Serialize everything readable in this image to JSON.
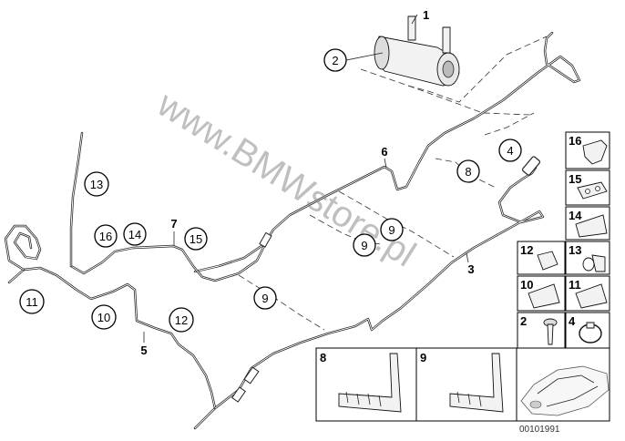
{
  "watermark": "www.BMWstore.pl",
  "diagram_code": "00101991",
  "main_callouts": {
    "c1": "1",
    "c2": "2",
    "c3": "3",
    "c4": "4",
    "c5": "5",
    "c6": "6",
    "c7": "7",
    "c8": "8",
    "c9a": "9",
    "c9b": "9",
    "c9c": "9",
    "c10": "10",
    "c11": "11",
    "c12": "12",
    "c13": "13",
    "c14": "14",
    "c15": "15",
    "c16": "16"
  },
  "parts_grid": {
    "p16": "16",
    "p15": "15",
    "p14": "14",
    "p12": "12",
    "p13": "13",
    "p10": "10",
    "p11": "11",
    "p2": "2",
    "p4": "4",
    "p8": "8",
    "p9": "9"
  }
}
